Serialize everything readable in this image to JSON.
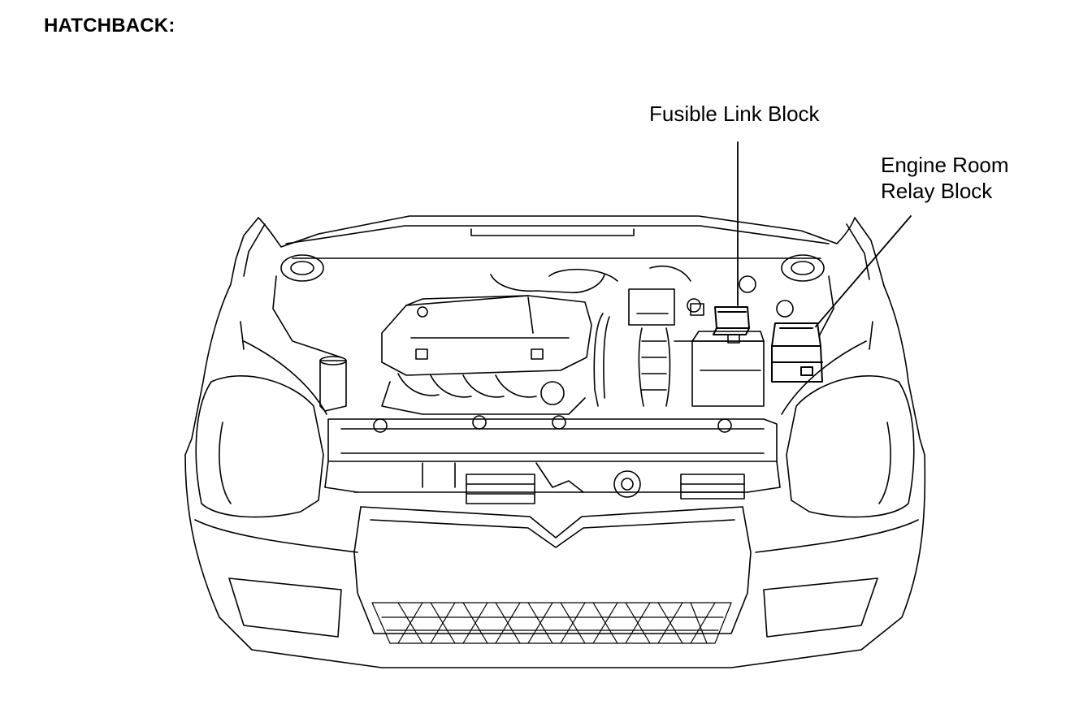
{
  "header": {
    "title": "HATCHBACK:"
  },
  "callouts": {
    "fusible_link_block": "Fusible Link Block",
    "engine_room_relay_block_line1": "Engine Room",
    "engine_room_relay_block_line2": "Relay Block"
  },
  "colors": {
    "line": "#000000",
    "background": "#ffffff"
  }
}
